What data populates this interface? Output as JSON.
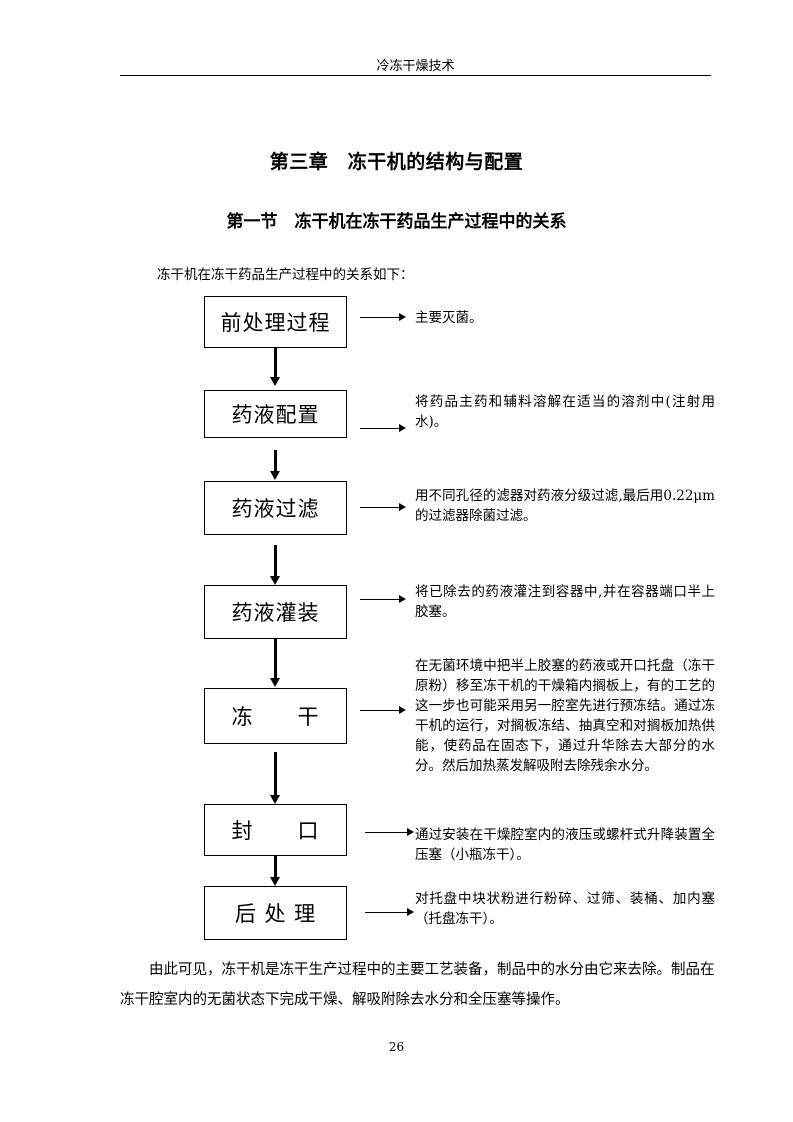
{
  "header": {
    "title": "冷冻干燥技术"
  },
  "chapter_title": "第三章　冻干机的结构与配置",
  "section_title": "第一节　冻干机在冻干药品生产过程中的关系",
  "intro": "冻干机在冻干药品生产过程中的关系如下：",
  "steps": [
    {
      "label": "前处理过程",
      "desc": "主要灭菌。"
    },
    {
      "label": "药液配置",
      "desc": "将药品主药和辅料溶解在适当的溶剂中(注射用水)。"
    },
    {
      "label": "药液过滤",
      "desc": "用不同孔径的滤器对药液分级过滤,最后用0.22μm的过滤器除菌过滤。"
    },
    {
      "label": "药液灌装",
      "desc": "将已除去的药液灌注到容器中,并在容器端口半上胶塞。"
    },
    {
      "label": "冻　　干",
      "desc": "在无菌环境中把半上胶塞的药液或开口托盘（冻干原粉）移至冻干机的干燥箱内搁板上，有的工艺的这一步也可能采用另一腔室先进行预冻结。通过冻干机的运行，对搁板冻结、抽真空和对搁板加热供能，使药品在固态下，通过升华除去大部分的水分。然后加热蒸发解吸附去除残余水分。"
    },
    {
      "label": "封　　口",
      "desc": "通过安装在干燥腔室内的液压或螺杆式升降装置全压塞（小瓶冻干）。"
    },
    {
      "label": "后 处 理",
      "desc": "对托盘中块状粉进行粉碎、过筛、装桶、加内塞（托盘冻干）。"
    }
  ],
  "conclusion": "由此可见，冻干机是冻干生产过程中的主要工艺装备，制品中的水分由它来去除。制品在冻干腔室内的无菌状态下完成干燥、解吸附除去水分和全压塞等操作。",
  "page_number": "26"
}
